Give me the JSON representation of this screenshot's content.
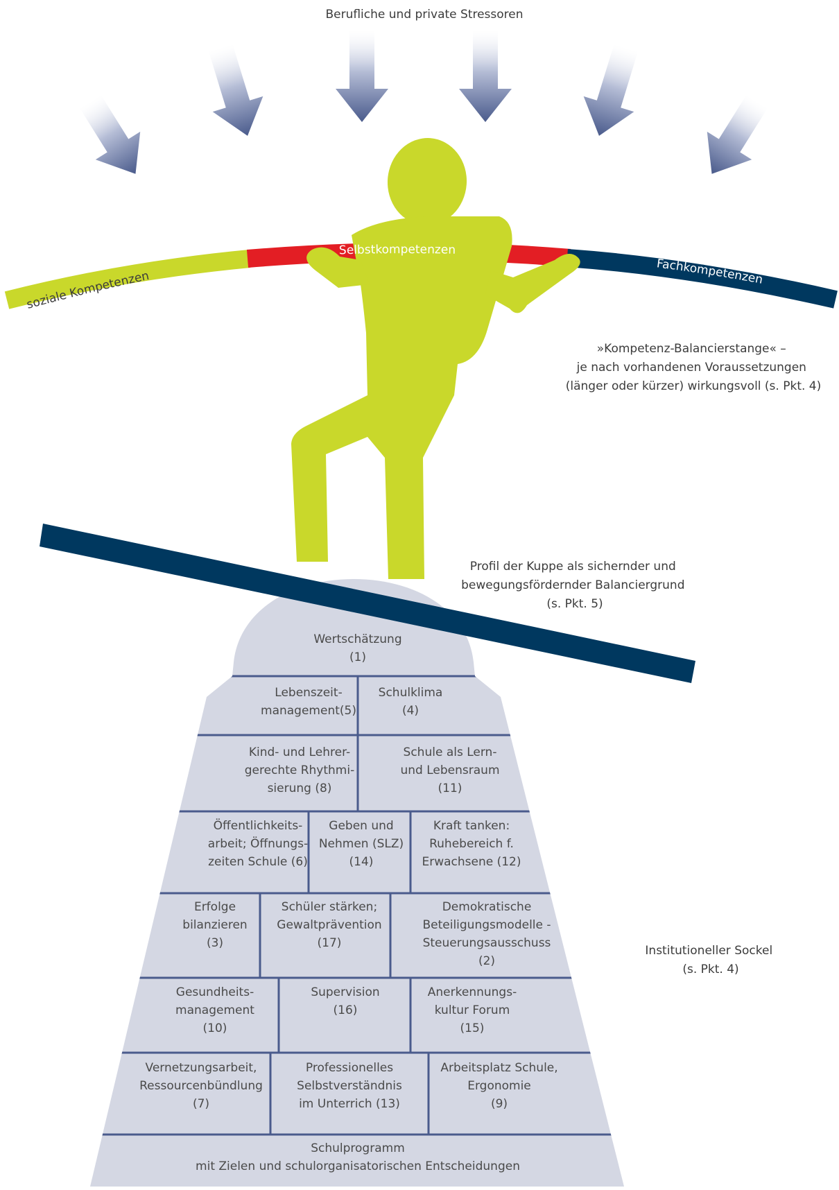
{
  "title": "Berufliche und private Stressoren",
  "colors": {
    "accent_green": "#c9d82b",
    "accent_red": "#e31e24",
    "accent_navy": "#00385f",
    "arrow_dark": "#4a5b8c",
    "brick_fill": "#d4d7e3",
    "brick_line": "#4a5b8c"
  },
  "pole": {
    "left_label": "soziale Kompetenzen",
    "center_label": "Selbstkompetenzen",
    "right_label": "Fachkompetenzen"
  },
  "annotations": {
    "pole_note": [
      "»Kompetenz-Balancierstange« –",
      "je nach vorhandenen Voraussetzungen",
      "(länger oder kürzer) wirkungsvoll (s. Pkt. 4)"
    ],
    "ground_note": [
      "Profil der Kuppe als sichernder und",
      "bewegungsfördernder Balanciergrund",
      "(s. Pkt. 5)"
    ],
    "base_note": [
      "Institutioneller Sockel",
      "(s. Pkt. 4)"
    ]
  },
  "bricks": [
    {
      "lines": [
        "Wertschätzung",
        "(1)"
      ]
    },
    {
      "lines": [
        "Lebenszeit-",
        "management(5)"
      ]
    },
    {
      "lines": [
        "Schulklima",
        "(4)"
      ]
    },
    {
      "lines": [
        "Kind- und Lehrer-",
        "gerechte Rhythmi-",
        "sierung (8)"
      ]
    },
    {
      "lines": [
        "Schule als Lern-",
        "und Lebensraum",
        "(11)"
      ]
    },
    {
      "lines": [
        "Öffentlichkeits-",
        "arbeit; Öffnungs-",
        "zeiten Schule (6)"
      ]
    },
    {
      "lines": [
        "Geben und",
        "Nehmen (SLZ)",
        "(14)"
      ]
    },
    {
      "lines": [
        "Kraft tanken:",
        "Ruhebereich f.",
        "Erwachsene (12)"
      ]
    },
    {
      "lines": [
        "Erfolge",
        "bilanzieren",
        "(3)"
      ]
    },
    {
      "lines": [
        "Schüler stärken;",
        "Gewaltprävention",
        "(17)"
      ]
    },
    {
      "lines": [
        "Demokratische",
        "Beteiligungsmodelle -",
        "Steuerungsausschuss",
        "(2)"
      ]
    },
    {
      "lines": [
        "Gesundheits-",
        "management",
        "(10)"
      ]
    },
    {
      "lines": [
        "Supervision",
        "(16)"
      ]
    },
    {
      "lines": [
        "Anerkennungs-",
        "kultur Forum",
        "(15)"
      ]
    },
    {
      "lines": [
        "Vernetzungsarbeit,",
        "Ressourcenbündlung",
        "(7)"
      ]
    },
    {
      "lines": [
        "Professionelles",
        "Selbstverständnis",
        "im Unterrich (13)"
      ]
    },
    {
      "lines": [
        "Arbeitsplatz Schule,",
        "Ergonomie",
        "(9)"
      ]
    },
    {
      "lines": [
        "Schulprogramm",
        "mit Zielen und schulorganisatorischen Entscheidungen"
      ]
    }
  ]
}
